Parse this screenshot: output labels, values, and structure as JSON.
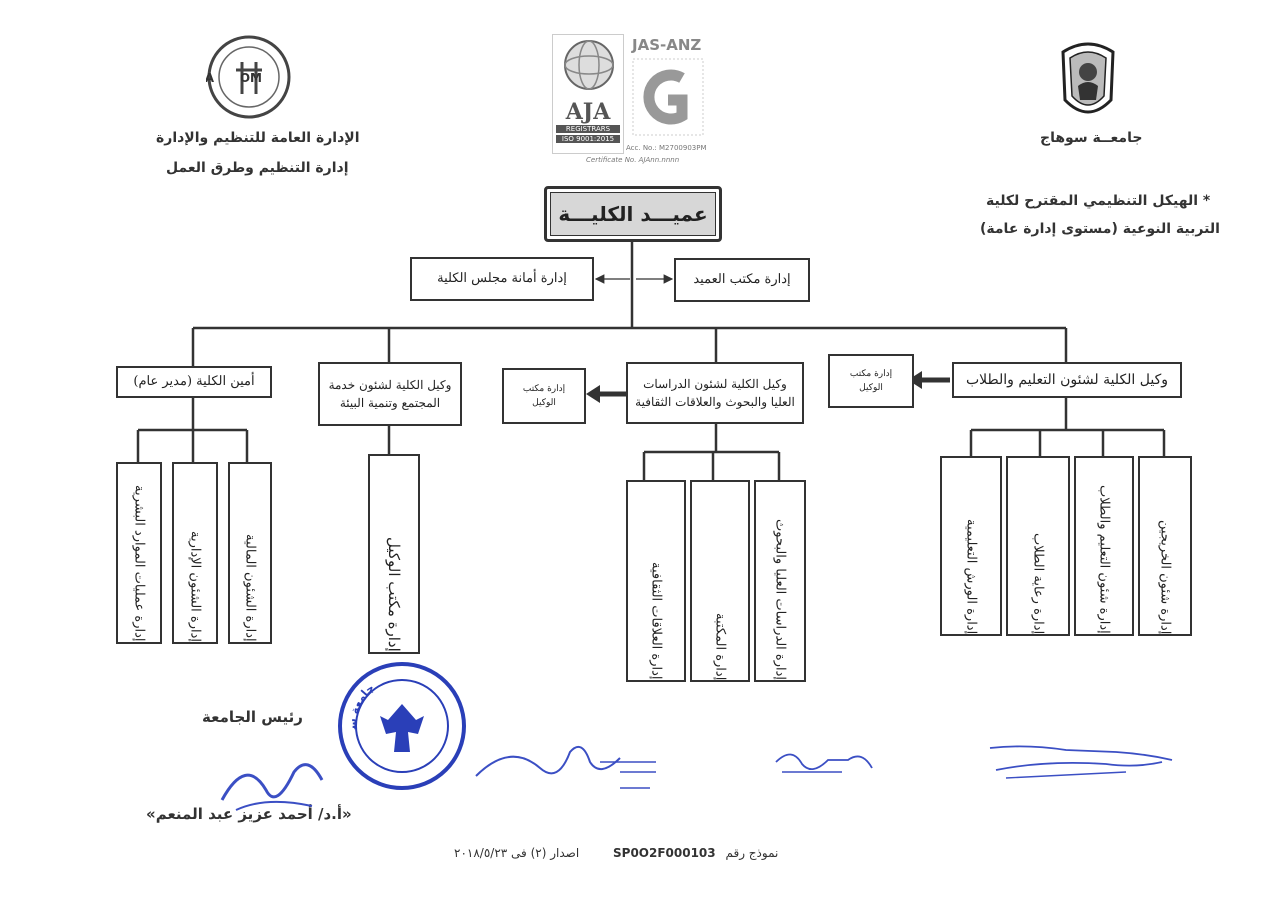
{
  "header": {
    "right_logo_text": "جامعــة سوهاج",
    "left_org_1": "الإدارة العامة للتنظيم والإدارة",
    "left_org_2": "إدارة التنظيم وطرق العمل",
    "iso": {
      "brand": "AJA",
      "registrars": "REGISTRARS",
      "iso": "ISO 9001:2015",
      "jas": "JAS-ANZ",
      "acc": "Acc. No.: M2700903PM",
      "cert": "Certificate No. AJAnn.nnnn"
    },
    "gaom": {
      "ga": "GA",
      "om": "OM"
    },
    "title_line_1": "* الهيكل التنظيمي المقترح لكلية",
    "title_line_2": "التربية النوعية (مستوى إدارة عامة)"
  },
  "chart": {
    "dean": "عميـــد الكليـــة",
    "council_secretariat": "إدارة أمانة مجلس الكلية",
    "dean_office": "إدارة مكتب العميد",
    "vice_education": "وكيل الكلية لشئون التعليم والطلاب",
    "vice_education_office": [
      "إدارة مكتب",
      "الوكيل"
    ],
    "vice_graduate": [
      "وكيل الكلية لشئون الدراسات",
      "العليا والبحوث والعلاقات الثقافية"
    ],
    "vice_graduate_office": [
      "إدارة مكتب",
      "الوكيل"
    ],
    "vice_community": [
      "وكيل الكلية لشئون خدمة",
      "المجتمع وتنمية البيئة"
    ],
    "secretary": "أمين الكلية (مدير عام)",
    "edu_depts": [
      "إدارة شئون الخريجين",
      "إدارة شئون التعليم والطلاب",
      "إدارة رعاية الطلاب",
      "إدارة الورش التعليمية"
    ],
    "grad_depts": [
      "إدارة الدراسات العليا والبحوث",
      "إدارة المكتبة",
      "إدارة العلاقات الثقافية"
    ],
    "community_depts": [
      "إدارة مكتب الوكيل"
    ],
    "secretary_depts": [
      "إدارة الشئون المالية",
      "إدارة الشئون الإدارية",
      "إدارة عمليات الموارد البشرية"
    ]
  },
  "footer": {
    "president_title": "رئيس الجامعة",
    "president_name": "«أ.د/ أحمد عزيز عبد المنعم»",
    "seal_text": "جامعة سوهاج",
    "form_label": "نموذج رقم",
    "form_code": "SP0O2F000103",
    "issue": "اصدار (٢) فى ٢٠١٨/٥/٢٣"
  },
  "colors": {
    "line": "#333333",
    "signature": "#3b4fc4",
    "seal": "#2a3fb8"
  }
}
